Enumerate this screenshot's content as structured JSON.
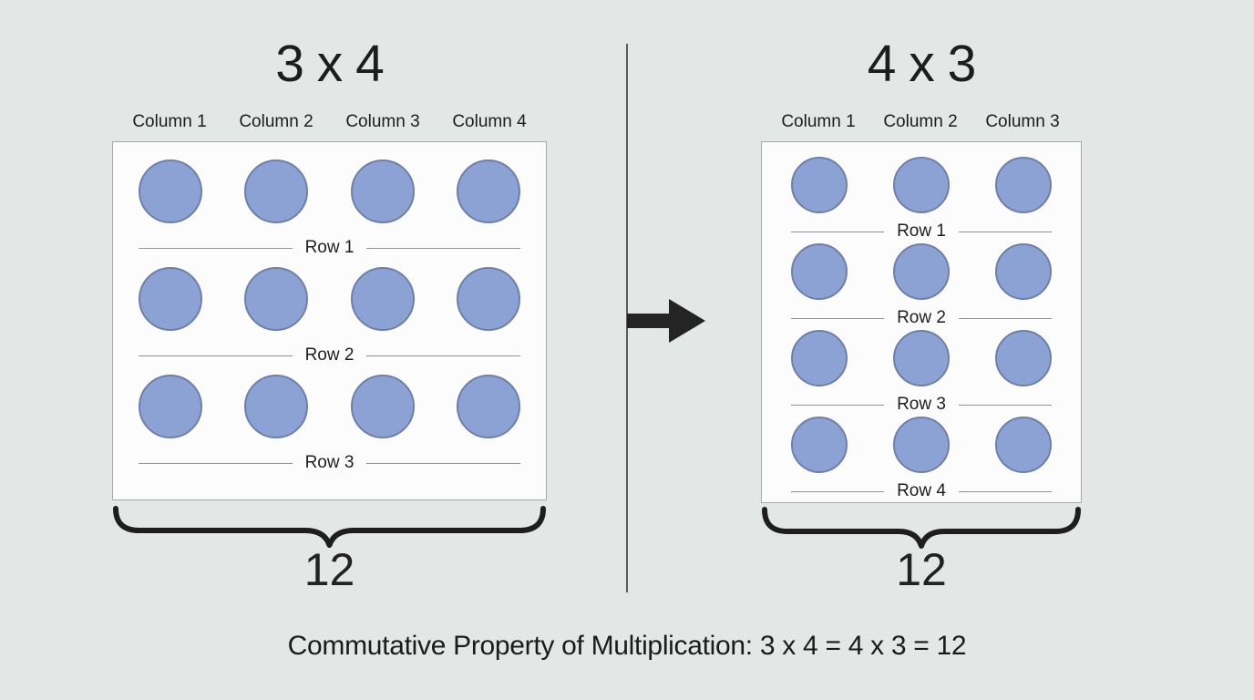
{
  "caption": "Commutative Property of Multiplication: 3 x 4 = 4 x 3 = 12",
  "colors": {
    "background": "#e3e7e5",
    "circle_fill": "#8ca2d5",
    "circle_border": "#6f7fa6",
    "box_fill": "#fcfcfc",
    "text": "#1b1b1b"
  },
  "left_panel": {
    "title": "3 x 4",
    "rows_count": 3,
    "columns_count": 4,
    "columns": [
      "Column 1",
      "Column 2",
      "Column 3",
      "Column 4"
    ],
    "rows": [
      "Row 1",
      "Row 2",
      "Row 3"
    ],
    "total": "12"
  },
  "right_panel": {
    "title": "4 x 3",
    "rows_count": 4,
    "columns_count": 3,
    "columns": [
      "Column 1",
      "Column 2",
      "Column 3"
    ],
    "rows": [
      "Row 1",
      "Row 2",
      "Row 3",
      "Row 4"
    ],
    "total": "12"
  },
  "icons": {
    "arrow": "right-arrow"
  }
}
